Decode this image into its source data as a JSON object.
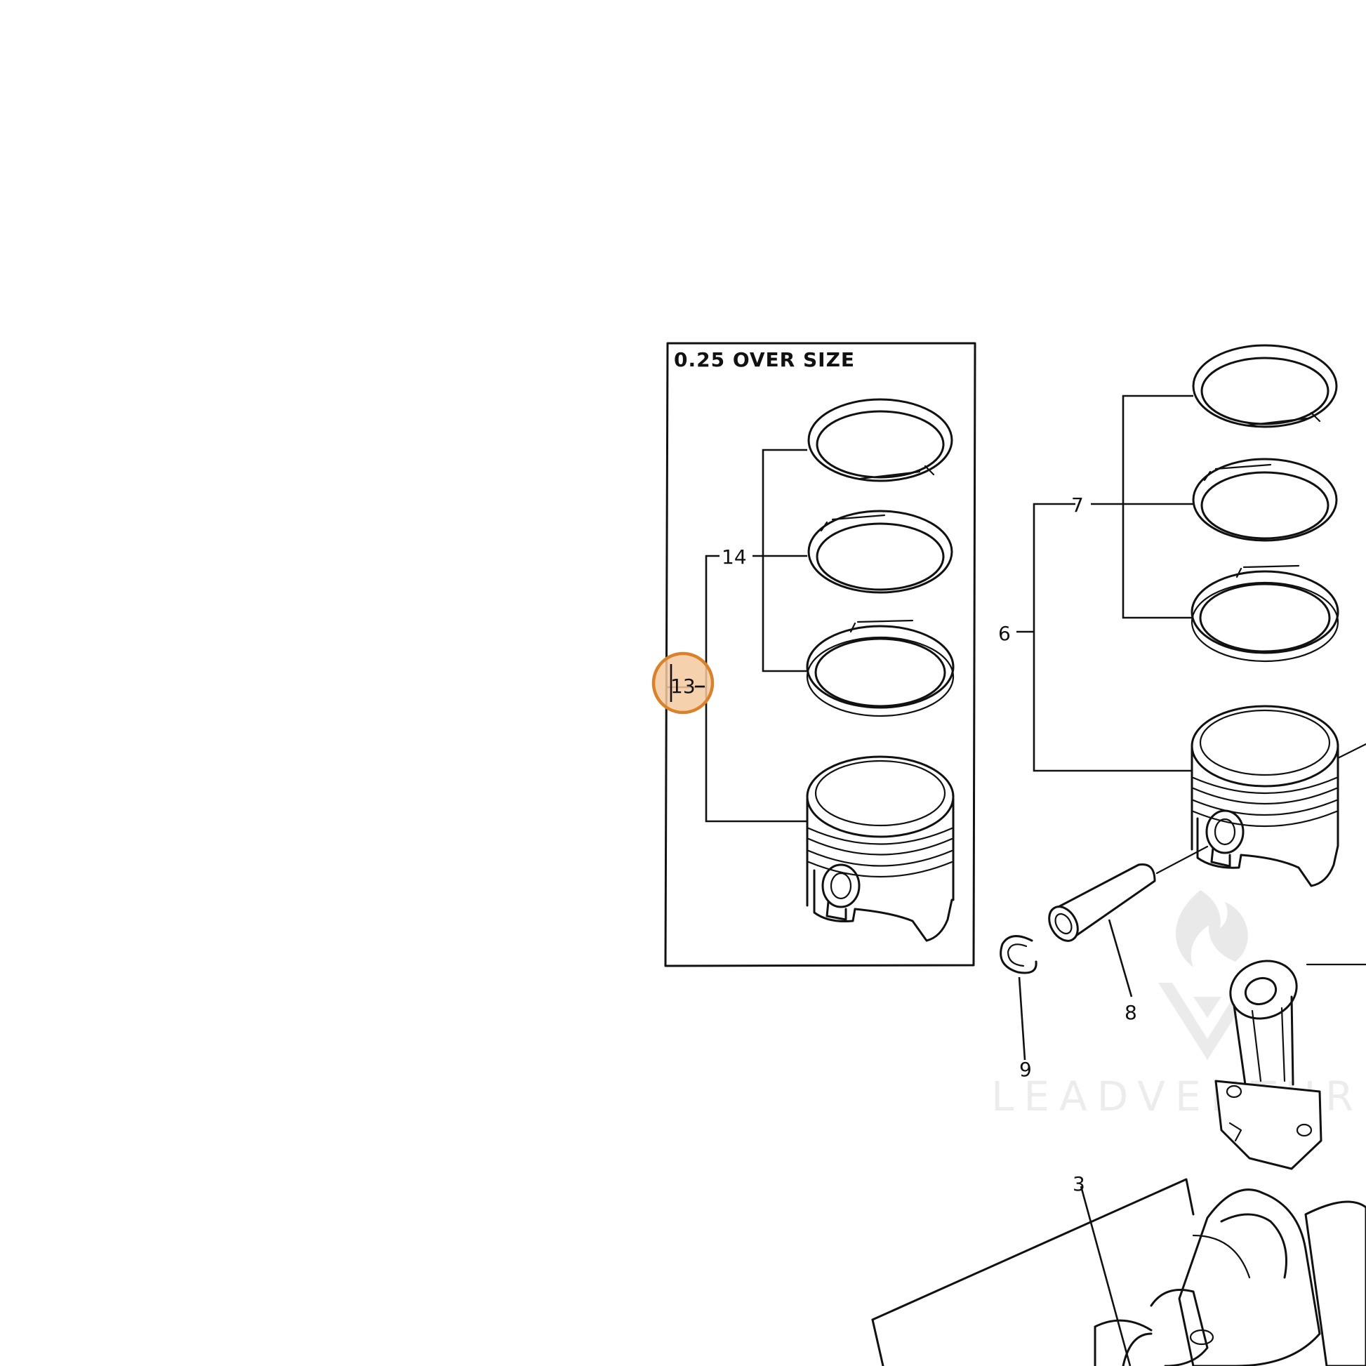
{
  "diagram": {
    "box_title": "0.25 OVER SIZE",
    "watermark_text": "LEADVENTUR",
    "highlight_color": "#D9822B",
    "highlight_fill": "#F3C9A0",
    "callouts": {
      "c13": "13",
      "c14": "14",
      "c7": "7",
      "c6": "6",
      "c8": "8",
      "c9": "9",
      "c3": "3"
    }
  }
}
